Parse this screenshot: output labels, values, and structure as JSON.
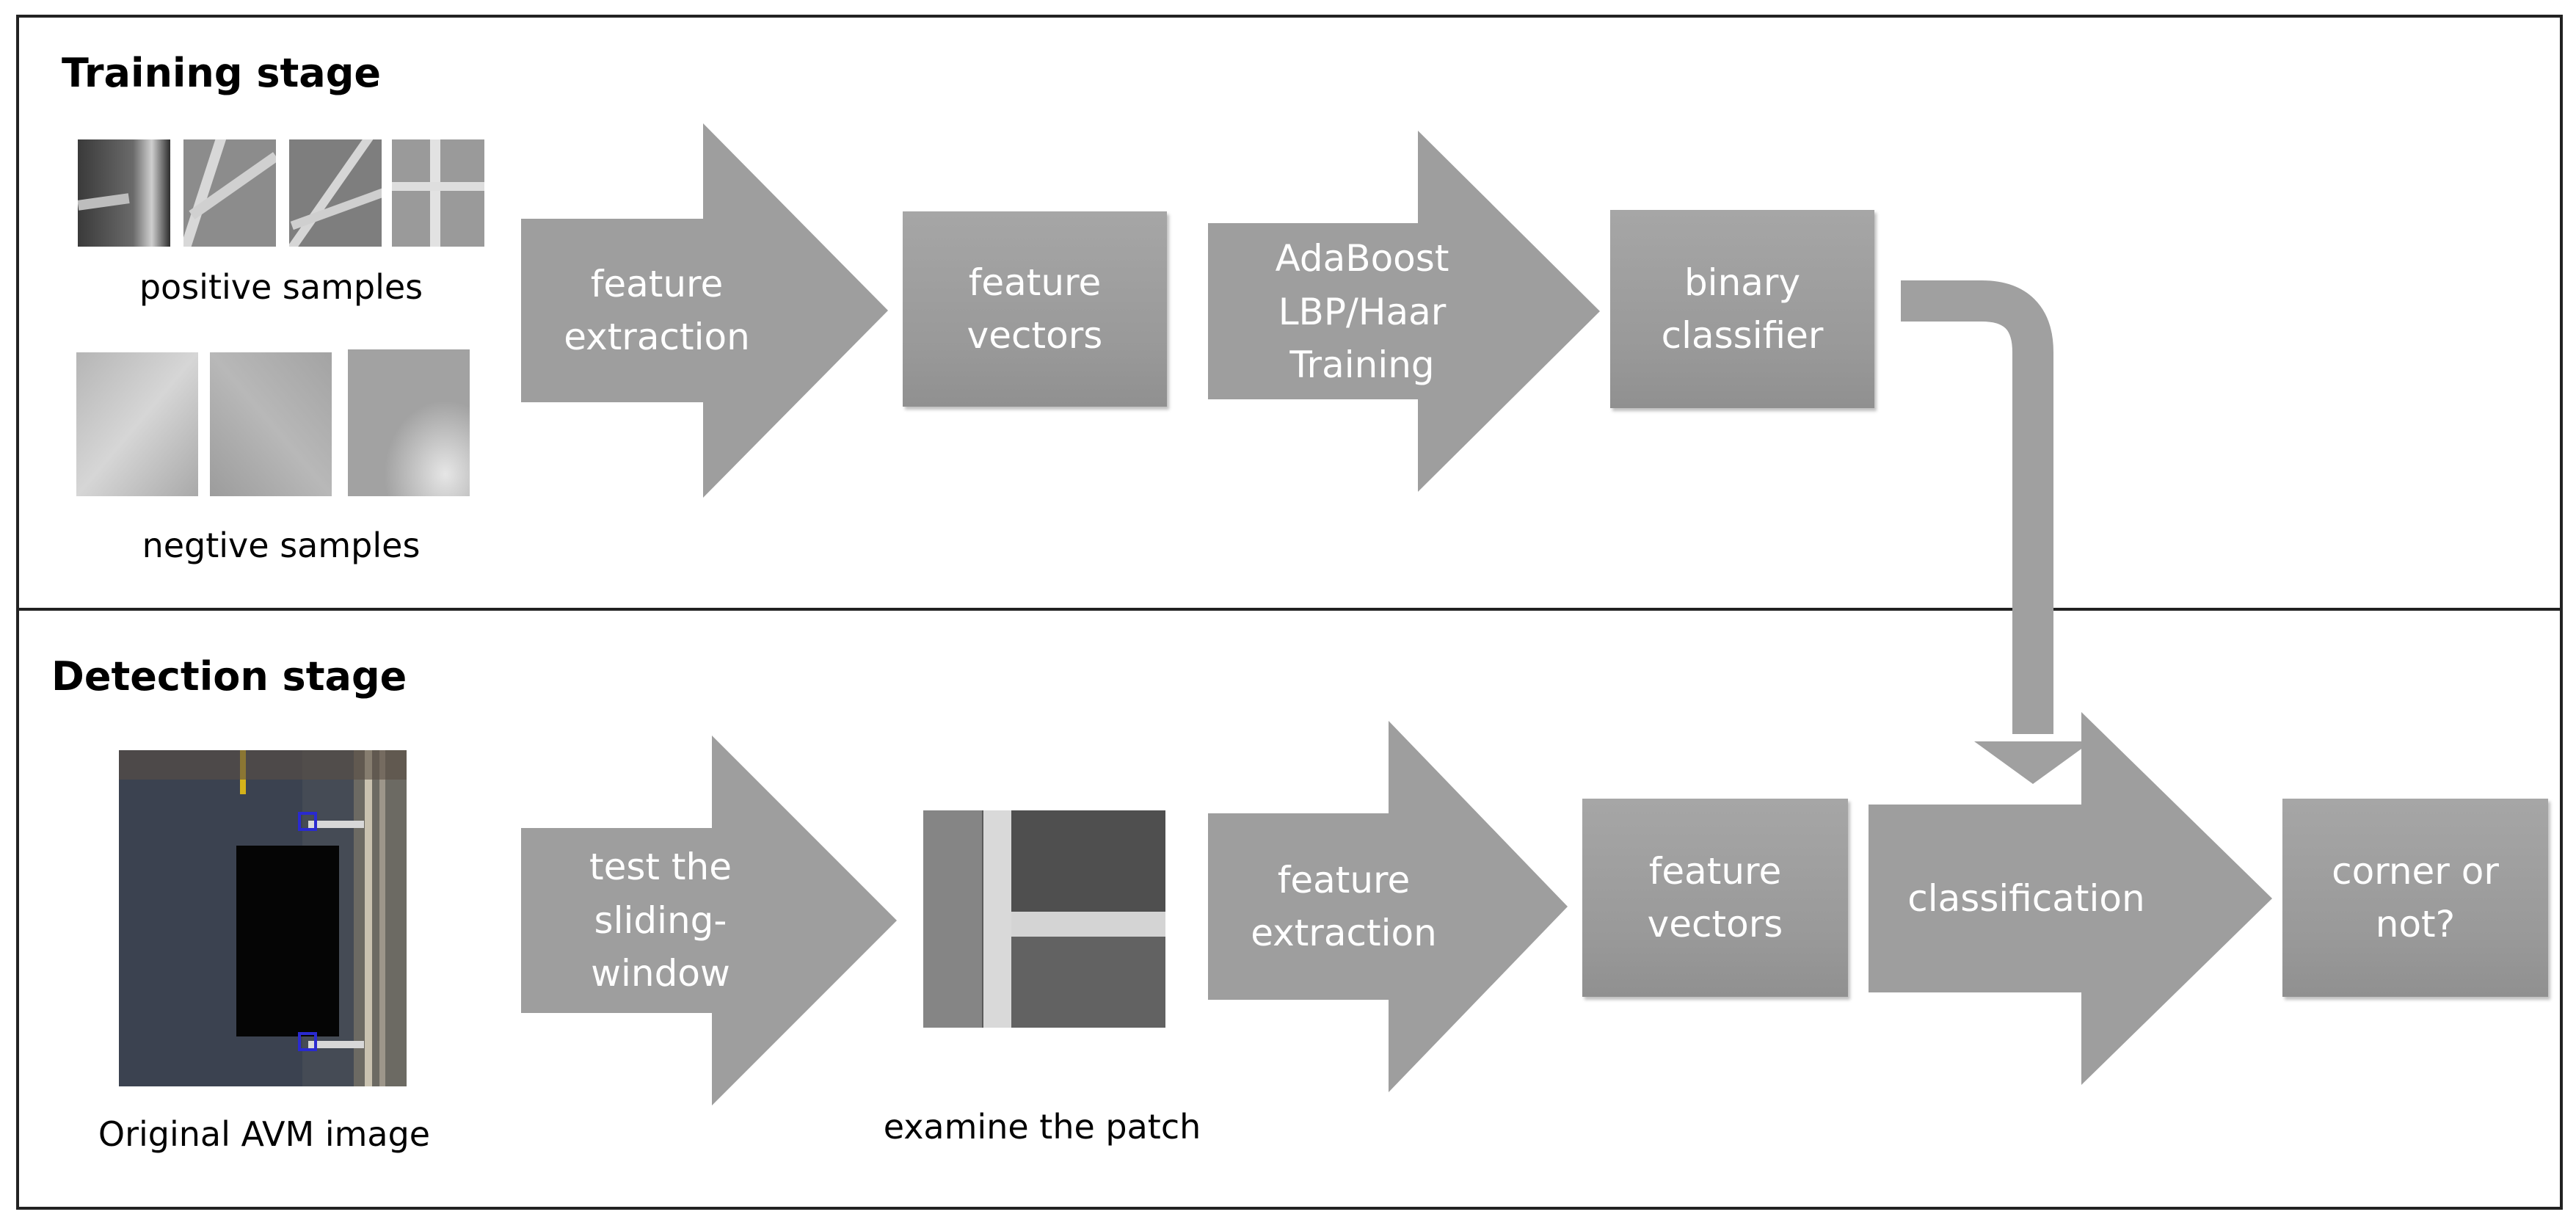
{
  "colors": {
    "shape_fill": "#9e9e9e",
    "shape_fill_dark": "#8f8f8f",
    "text_on_shape": "#ffffff",
    "border": "#222222",
    "marker_blue": "#2a2ad0",
    "marker_yellow": "#d4b21a"
  },
  "training": {
    "title": "Training stage",
    "positive_caption": "positive samples",
    "negative_caption": "negtive samples",
    "nodes": {
      "feature_extraction": "feature\nextraction",
      "feature_vectors": "feature\nvectors",
      "adaboost": "AdaBoost\nLBP/Haar\nTraining",
      "binary_classifier": "binary\nclassifier"
    }
  },
  "detection": {
    "title": "Detection stage",
    "avm_caption": "Original AVM image",
    "patch_caption": "examine the patch",
    "nodes": {
      "sliding_window": "test the\nsliding-\nwindow",
      "feature_extraction": "feature\nextraction",
      "feature_vectors": "feature\nvectors",
      "classification": "classification",
      "corner_or_not": "corner or\nnot?"
    }
  }
}
